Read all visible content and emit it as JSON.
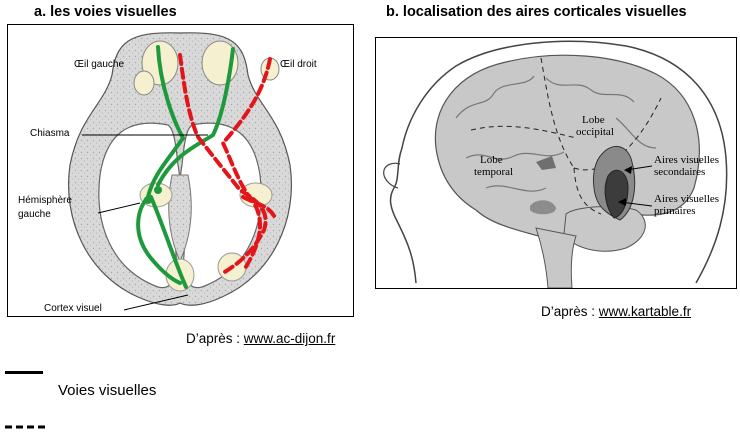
{
  "panel_a": {
    "title": "a. les voies visuelles",
    "labels": {
      "left_eye": "Œil  gauche",
      "right_eye": "Œil droit",
      "chiasma": "Chiasma",
      "hemisphere_line1": "Hémisphère",
      "hemisphere_line2": "gauche",
      "cortex": "Cortex visuel"
    },
    "credit_prefix": "D’après : ",
    "credit_link": "www.ac-dijon.fr"
  },
  "panel_b": {
    "title": "b. localisation des aires corticales visuelles",
    "labels": {
      "occipital_line1": "Lobe",
      "occipital_line2": "occipital",
      "temporal_line1": "Lobe",
      "temporal_line2": "temporal",
      "secondary_line1": "Aires visuelles",
      "secondary_line2": "secondaires",
      "primary_line1": "Aires visuelles",
      "primary_line2": "primaires"
    },
    "credit_prefix": "D’après : ",
    "credit_link": "www.kartable.fr"
  },
  "legend": {
    "solid_label": "Voies visuelles"
  },
  "colors": {
    "green_pathway": "#1e9a3c",
    "red_pathway": "#e3151a",
    "brain_grey": "#c8c8c8",
    "bone_cream": "#f4f0d0"
  }
}
